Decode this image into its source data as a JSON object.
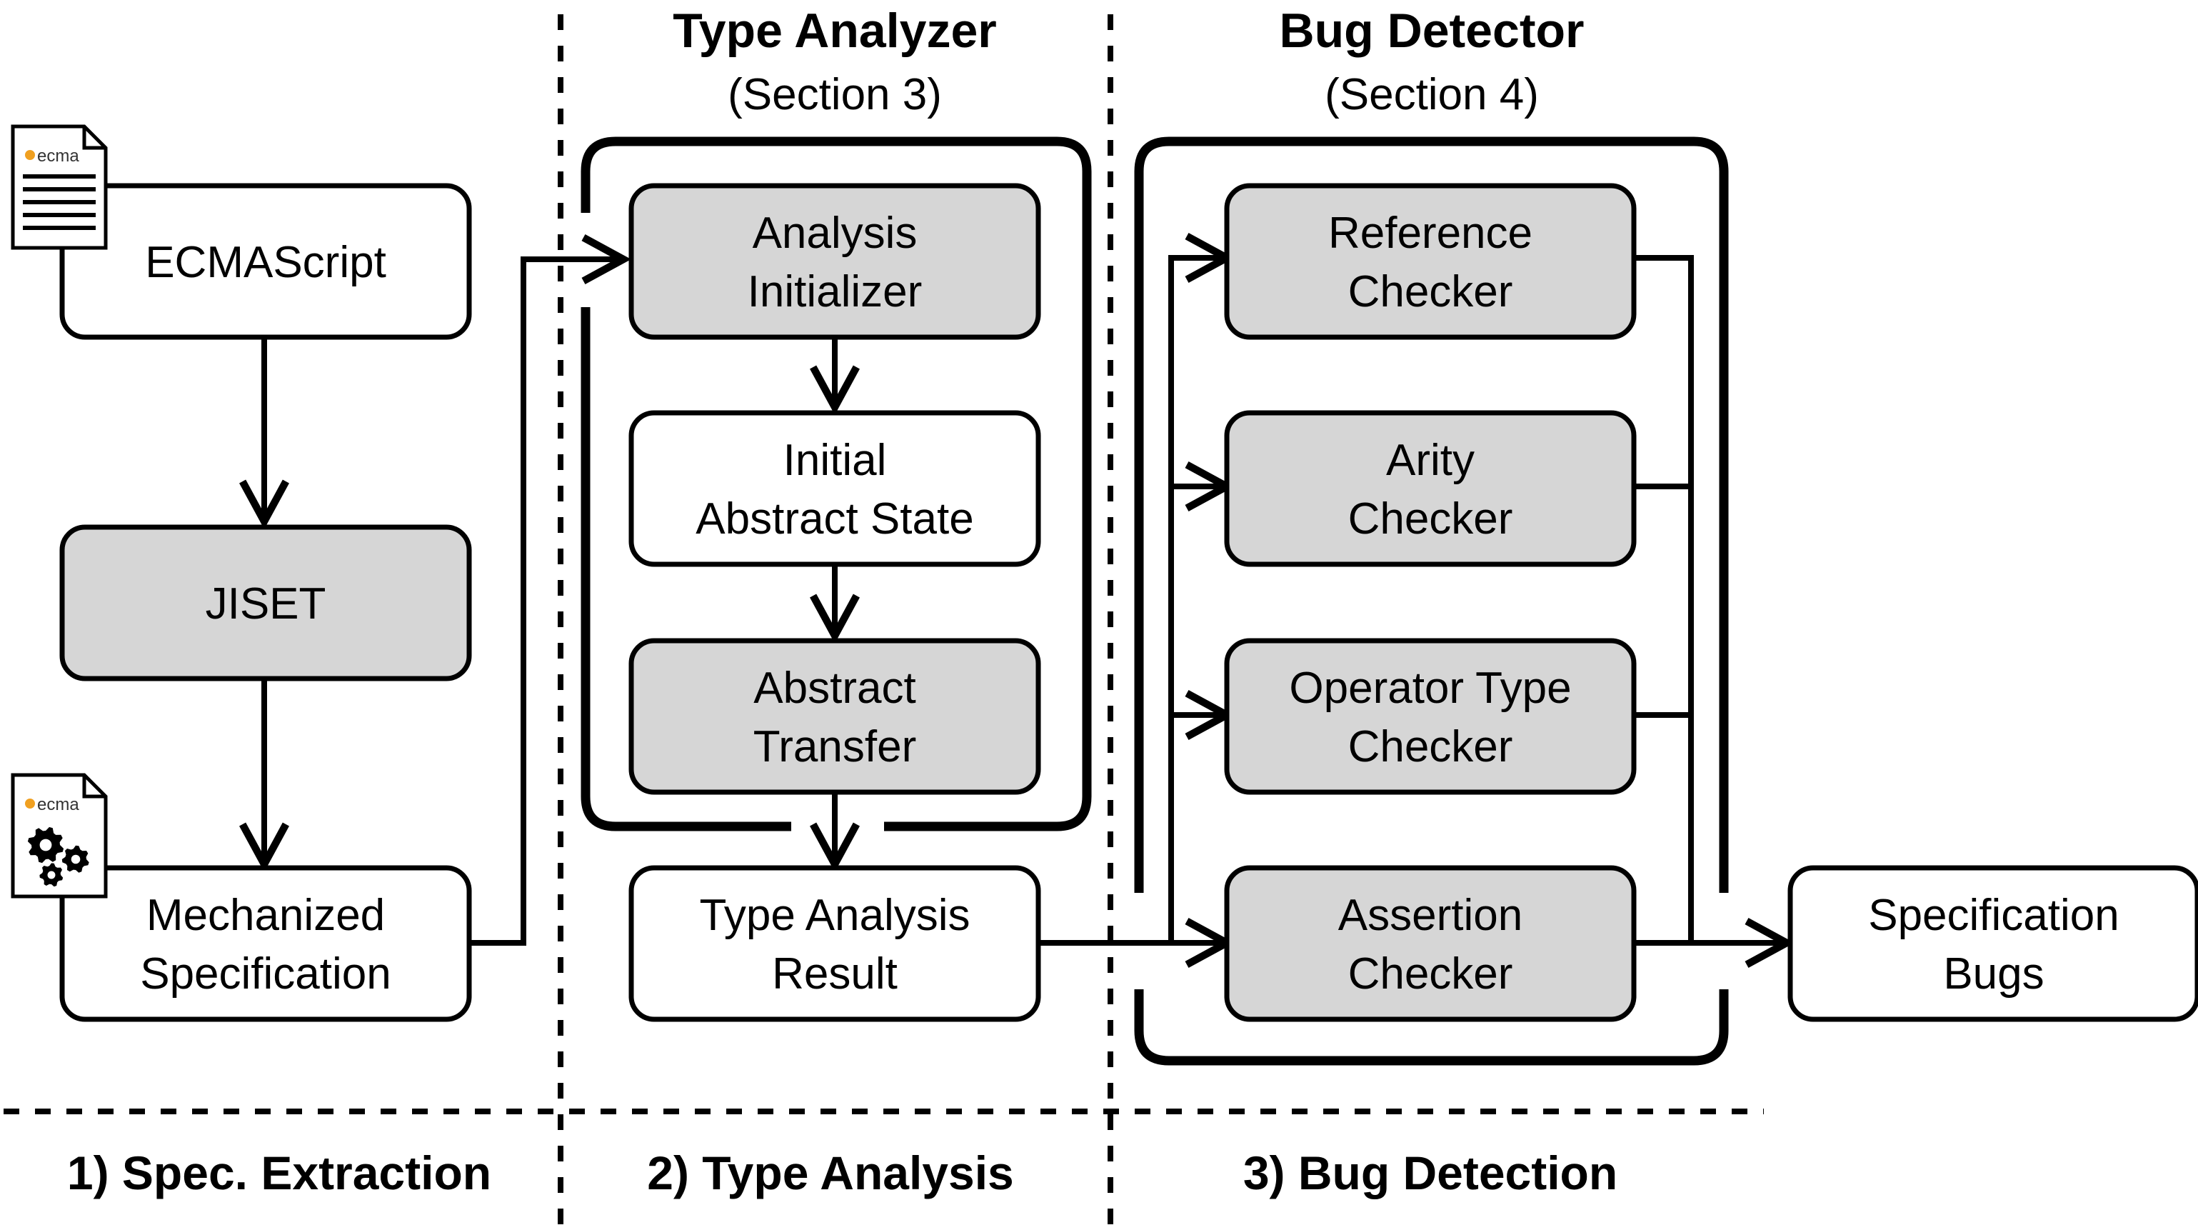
{
  "colors": {
    "line": "#000000",
    "node_white": "#ffffff",
    "node_gray": "#d6d6d6",
    "logo_orange": "#f0a020"
  },
  "columns": {
    "type_analyzer": {
      "title": "Type Analyzer",
      "subtitle": "(Section 3)"
    },
    "bug_detector": {
      "title": "Bug Detector",
      "subtitle": "(Section 4)"
    }
  },
  "phases": {
    "spec_extraction": "1) Spec. Extraction",
    "type_analysis": "2) Type Analysis",
    "bug_detection": "3) Bug Detection"
  },
  "nodes": {
    "ecmascript": {
      "lines": [
        "ECMAScript"
      ],
      "style": "white"
    },
    "jiset": {
      "lines": [
        "JISET"
      ],
      "style": "gray"
    },
    "mechanized_spec": {
      "lines": [
        "Mechanized",
        "Specification"
      ],
      "style": "white"
    },
    "analysis_initializer": {
      "lines": [
        "Analysis",
        "Initializer"
      ],
      "style": "gray"
    },
    "initial_abstract_state": {
      "lines": [
        "Initial",
        "Abstract State"
      ],
      "style": "white"
    },
    "abstract_transfer": {
      "lines": [
        "Abstract",
        "Transfer"
      ],
      "style": "gray"
    },
    "type_analysis_result": {
      "lines": [
        "Type Analysis",
        "Result"
      ],
      "style": "white"
    },
    "reference_checker": {
      "lines": [
        "Reference",
        "Checker"
      ],
      "style": "gray"
    },
    "arity_checker": {
      "lines": [
        "Arity",
        "Checker"
      ],
      "style": "gray"
    },
    "operator_type_checker": {
      "lines": [
        "Operator Type",
        "Checker"
      ],
      "style": "gray"
    },
    "assertion_checker": {
      "lines": [
        "Assertion",
        "Checker"
      ],
      "style": "gray"
    },
    "specification_bugs": {
      "lines": [
        "Specification",
        "Bugs"
      ],
      "style": "white"
    }
  },
  "icons": {
    "ecma_doc": {
      "name": "ecma-document-icon",
      "text": "ecma"
    },
    "ecma_gears": {
      "name": "ecma-gears-icon",
      "text": "ecma"
    }
  }
}
